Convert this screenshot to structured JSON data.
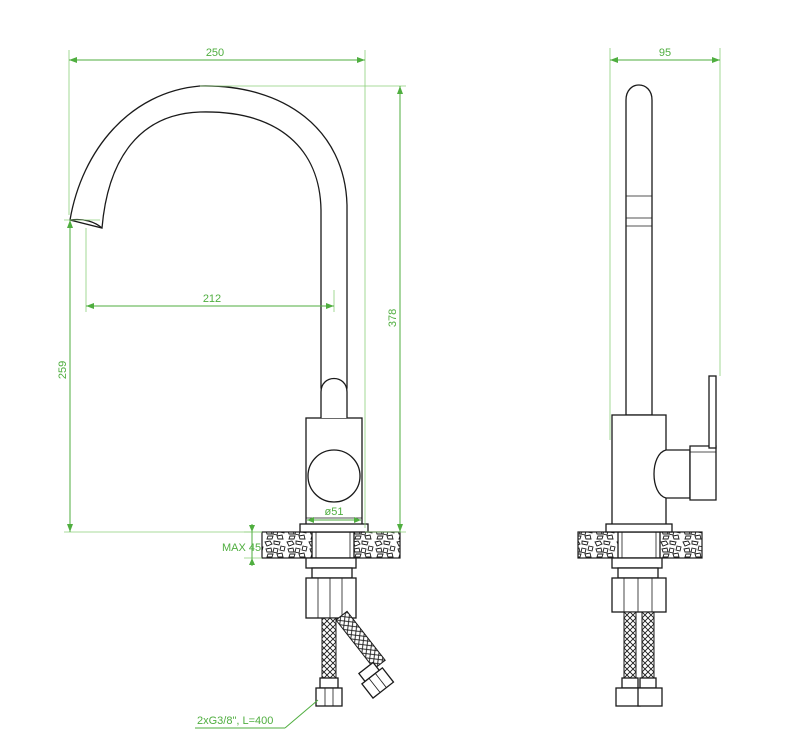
{
  "front_view": {
    "dims": {
      "overall_width": "250",
      "spout_reach": "212",
      "overall_height": "378",
      "spout_height": "259",
      "base_diameter": "ø51",
      "max_counter_thickness": "MAX 45",
      "hoses": "2xG3/8\", L=400"
    }
  },
  "side_view": {
    "dims": {
      "depth": "95"
    }
  },
  "colors": {
    "dimension": "#4fae3f",
    "outline": "#1a1a1a",
    "background": "#ffffff"
  }
}
